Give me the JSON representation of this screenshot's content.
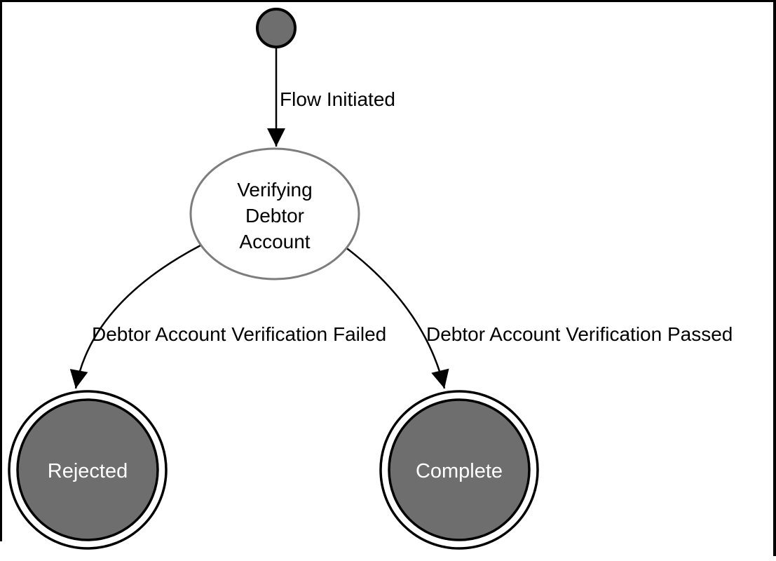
{
  "diagram": {
    "type": "state-machine",
    "colors": {
      "background": "#ffffff",
      "border": "#000000",
      "state_fill": "#6e6e6e",
      "state_stroke": "#000000",
      "ellipse_stroke": "#7d7d7d",
      "edge": "#000000",
      "label_text": "#000000",
      "final_state_text": "#ffffff"
    },
    "nodes": {
      "initial": {
        "kind": "initial-state"
      },
      "verifying": {
        "kind": "state",
        "label": "Verifying Debtor Account",
        "label_lines": [
          "Verifying",
          "Debtor",
          "Account"
        ]
      },
      "rejected": {
        "kind": "final-state",
        "label": "Rejected"
      },
      "complete": {
        "kind": "final-state",
        "label": "Complete"
      }
    },
    "edges": {
      "flow_initiated": {
        "from": "initial",
        "to": "verifying",
        "label": "Flow Initiated"
      },
      "verification_failed": {
        "from": "verifying",
        "to": "rejected",
        "label": "Debtor Account Verification Failed"
      },
      "verification_passed": {
        "from": "verifying",
        "to": "complete",
        "label": "Debtor Account Verification Passed"
      }
    }
  }
}
